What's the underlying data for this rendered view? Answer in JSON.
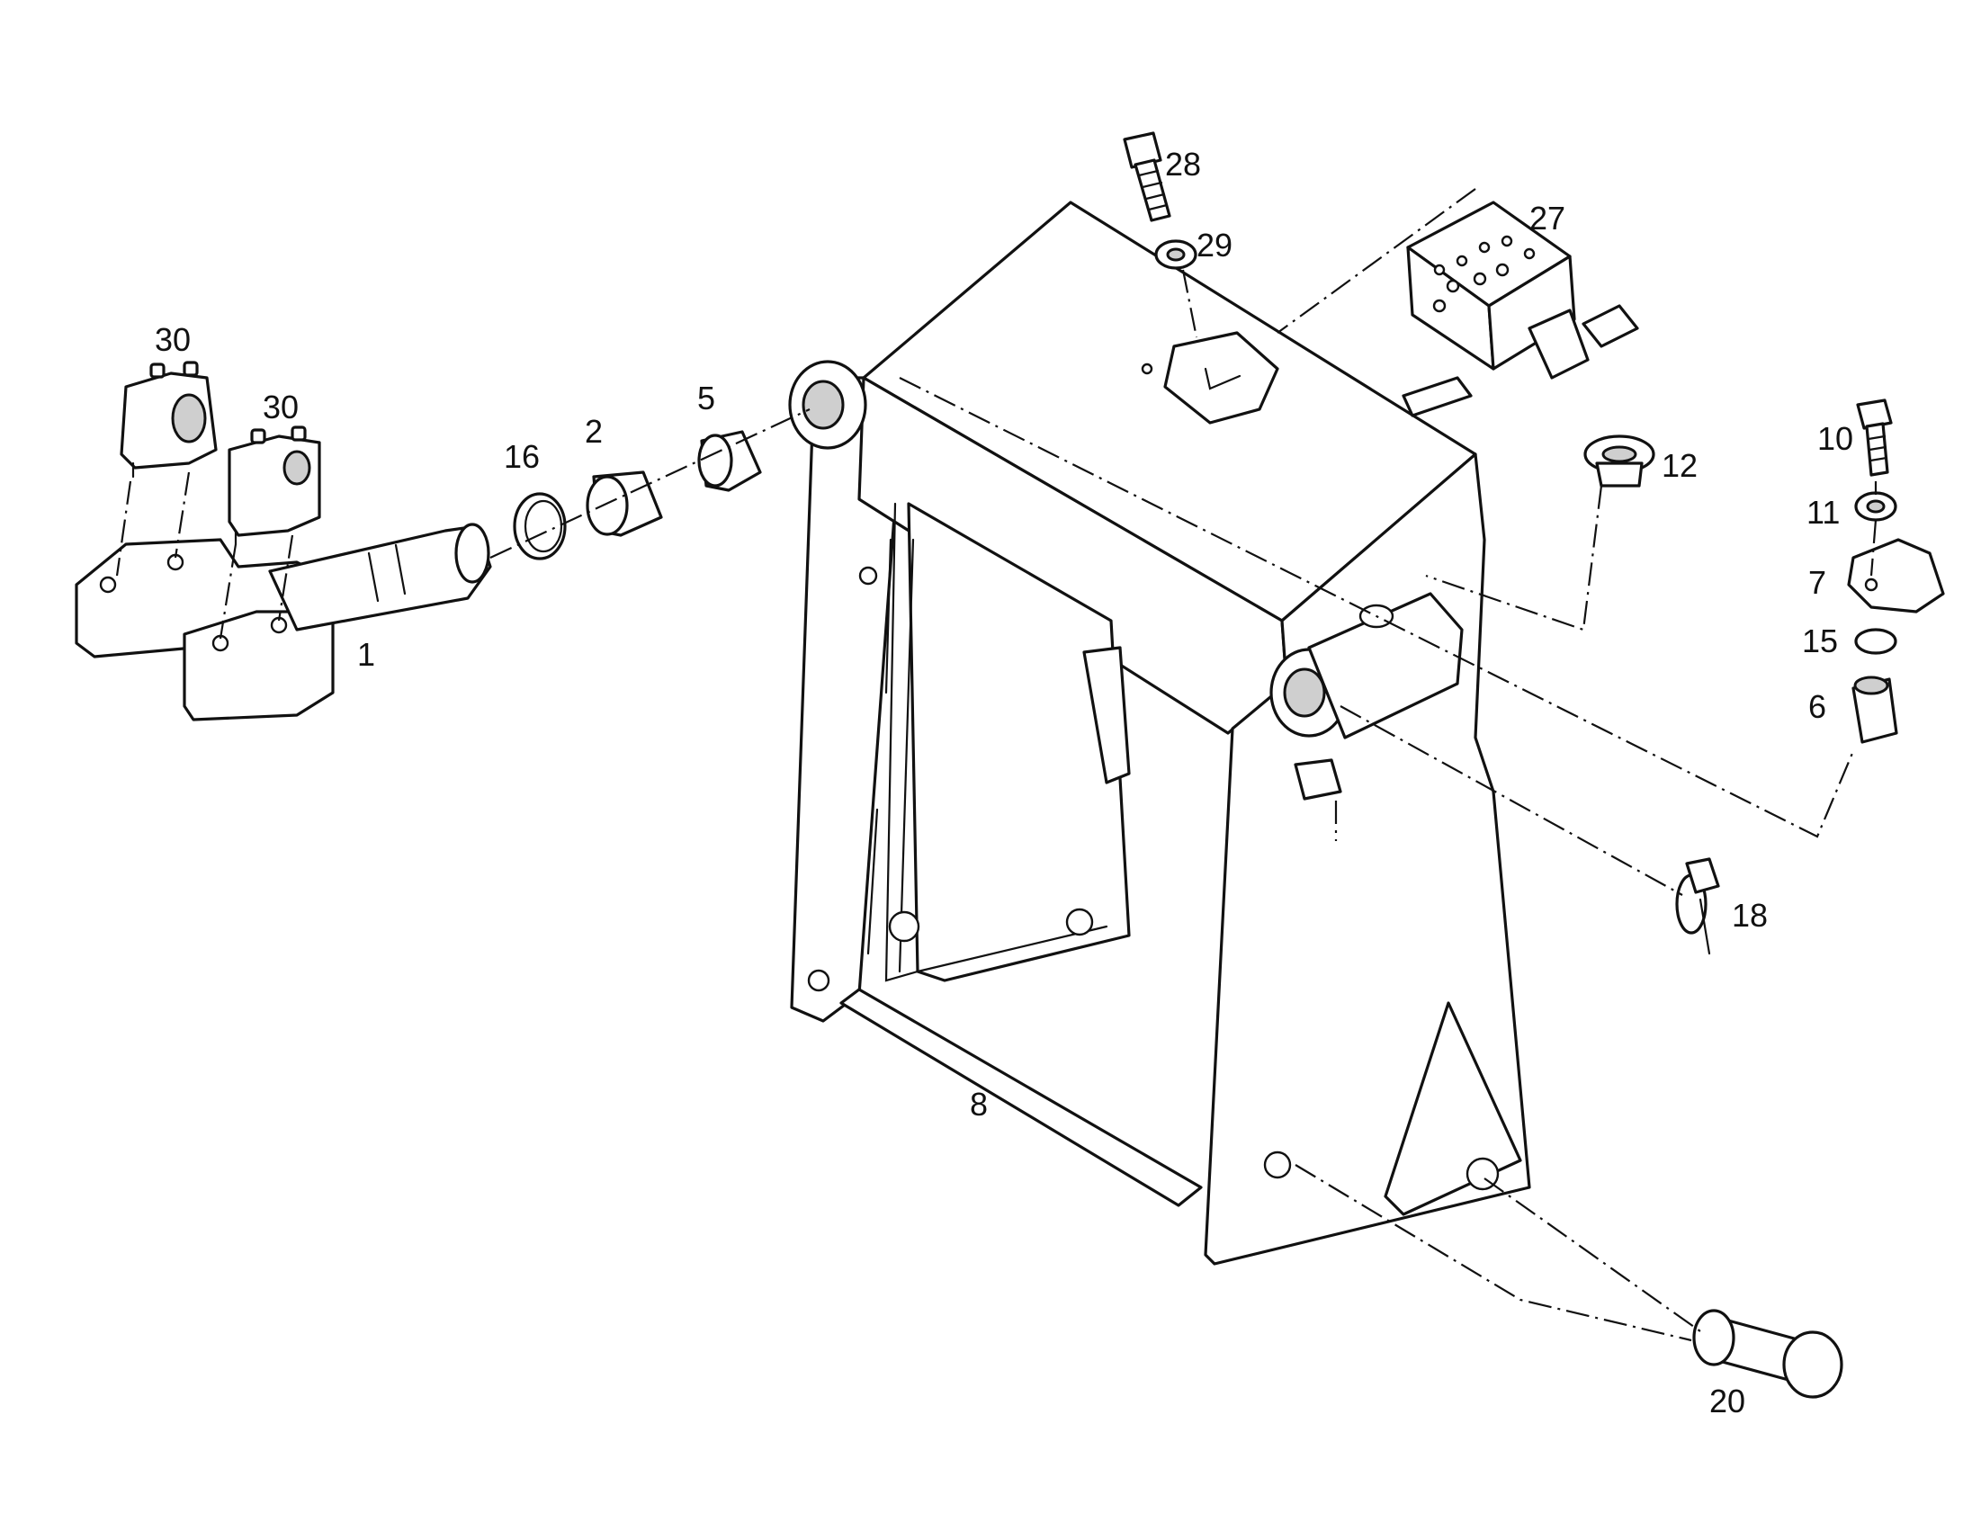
{
  "diagram": {
    "callouts": [
      {
        "id": "1",
        "text": "1"
      },
      {
        "id": "2",
        "text": "2"
      },
      {
        "id": "5",
        "text": "5"
      },
      {
        "id": "6",
        "text": "6"
      },
      {
        "id": "7",
        "text": "7"
      },
      {
        "id": "8",
        "text": "8"
      },
      {
        "id": "10",
        "text": "10"
      },
      {
        "id": "11",
        "text": "11"
      },
      {
        "id": "12",
        "text": "12"
      },
      {
        "id": "15",
        "text": "15"
      },
      {
        "id": "16",
        "text": "16"
      },
      {
        "id": "18",
        "text": "18"
      },
      {
        "id": "20",
        "text": "20"
      },
      {
        "id": "27",
        "text": "27"
      },
      {
        "id": "28",
        "text": "28"
      },
      {
        "id": "29",
        "text": "29"
      },
      {
        "id": "30a",
        "text": "30"
      },
      {
        "id": "30b",
        "text": "30"
      }
    ],
    "line_color": "#111111",
    "background": "#ffffff"
  }
}
